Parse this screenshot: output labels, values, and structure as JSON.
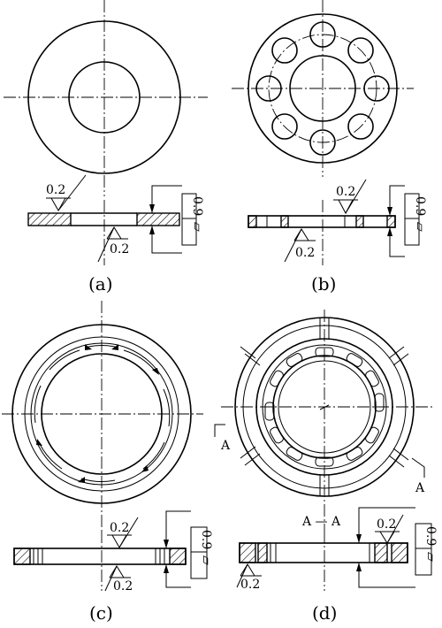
{
  "figures": {
    "a": {
      "caption": "(a)",
      "roughness_top": "0.2",
      "roughness_bottom": "0.2",
      "tolerance_value": "0.9",
      "tolerance_symbol": "▱"
    },
    "b": {
      "caption": "(b)",
      "roughness_top": "0.2",
      "roughness_bottom": "0.2",
      "tolerance_value": "0.9",
      "tolerance_symbol": "▱"
    },
    "c": {
      "caption": "(c)",
      "roughness_top": "0.2",
      "roughness_bottom": "0.2",
      "tolerance_value": "0.9",
      "tolerance_symbol": "▱"
    },
    "d": {
      "caption": "(d)",
      "roughness_top": "0.2",
      "roughness_bottom": "0.2",
      "tolerance_value": "0.9",
      "tolerance_symbol": "▱",
      "section_label": "A — A",
      "section_mark_left": "A",
      "section_mark_right": "A"
    }
  }
}
